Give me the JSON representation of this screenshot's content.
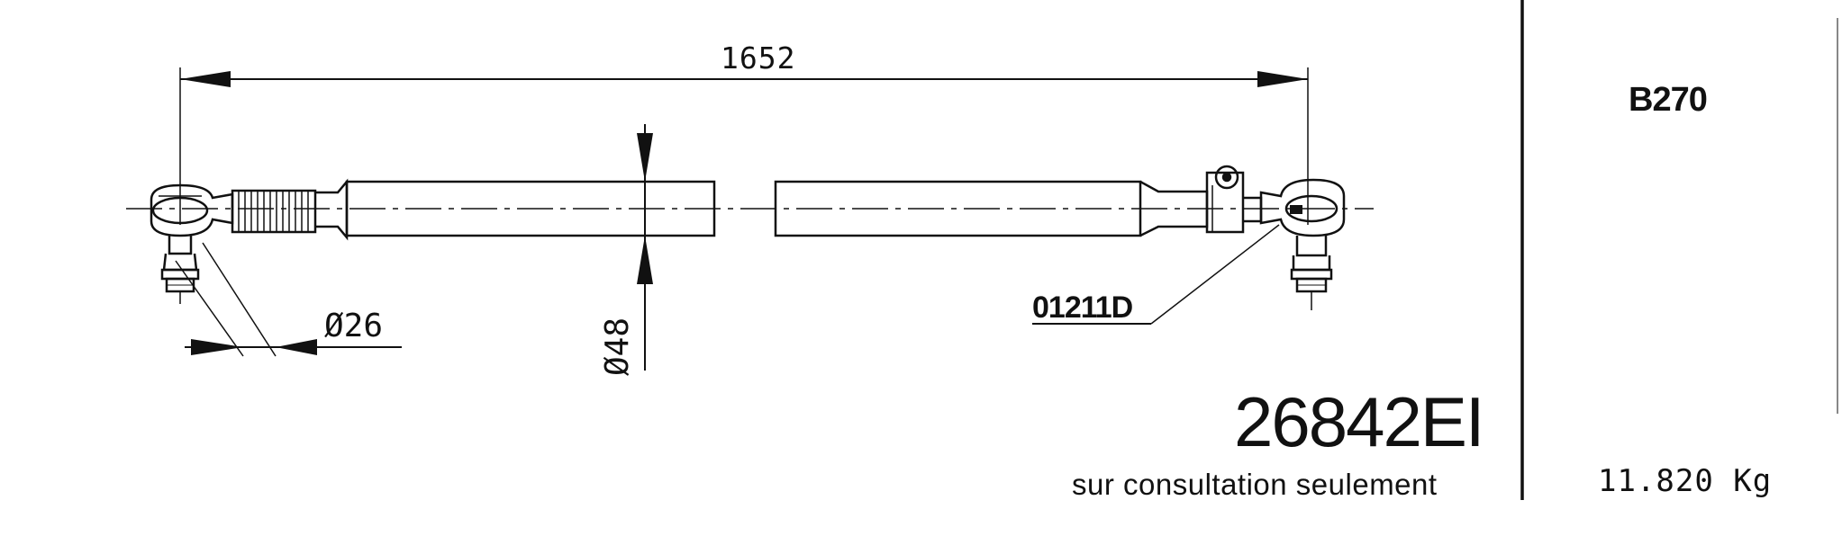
{
  "drawing": {
    "length_dimension": "1652",
    "left_ball_diameter": "Ø26",
    "tube_diameter": "Ø48",
    "clamp_reference": "01211D",
    "part_number": "26842EI",
    "availability_note": "sur consultation seulement"
  },
  "sidebar": {
    "model": "B270",
    "weight": "11.820  Kg"
  },
  "colors": {
    "ink": "#111111",
    "paper": "#ffffff"
  }
}
